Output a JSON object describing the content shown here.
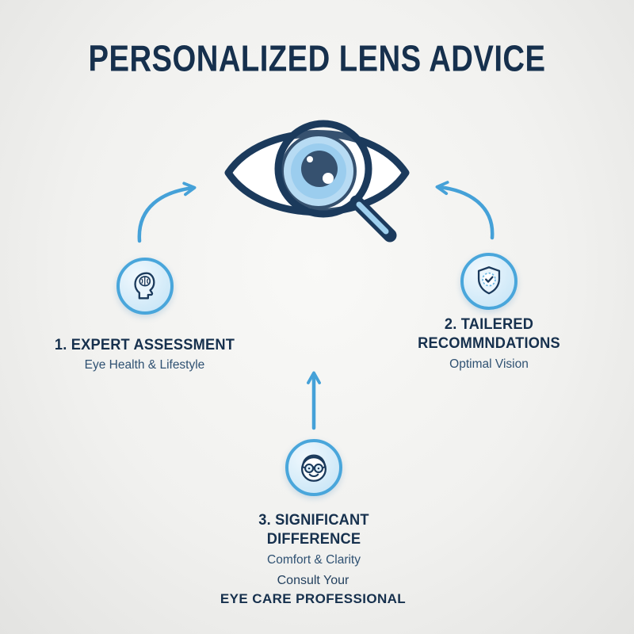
{
  "title": "PERSONALIZED LENS ADVICE",
  "center": {
    "icon": "eye-magnifier-icon"
  },
  "steps": [
    {
      "title": "1. EXPERT ASSESSMENT",
      "subtitle": "Eye Health & Lifestyle",
      "icon": "head-brain-icon"
    },
    {
      "title": "2. TAILERED RECOMMNDATIONS",
      "subtitle": "Optimal Vision",
      "icon": "shield-check-icon"
    },
    {
      "title": "3. SIGNIFICANT DIFFERENCE",
      "subtitle": "Comfort & Clarity",
      "icon": "face-glasses-icon"
    }
  ],
  "footer": {
    "line1": "Consult Your",
    "line2": "EYE CARE PROFESSIONAL"
  },
  "colors": {
    "navy": "#1b3a5c",
    "accent_blue": "#45a1d8",
    "iris_blue": "#aed6f2",
    "badge_fill": "#c9e6f7",
    "background": "#f0f0ee"
  }
}
